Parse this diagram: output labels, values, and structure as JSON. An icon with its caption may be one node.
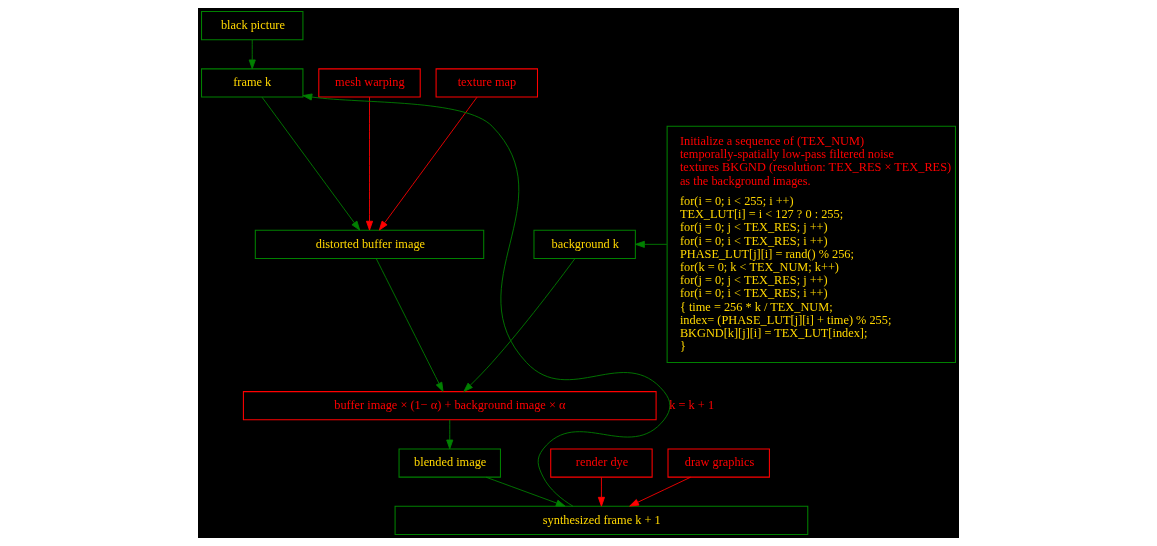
{
  "diagram": {
    "nodes": [
      {
        "text": [
          "black picture"
        ]
      },
      {
        "text": [
          "frame k"
        ]
      },
      {
        "text": [
          "mesh warping"
        ]
      },
      {
        "text": [
          "texture map"
        ]
      },
      {
        "text": [
          "distorted buffer image"
        ]
      },
      {
        "text": [
          "background k"
        ]
      },
      {
        "text": [
          "Initialize a sequence of (TEX_NUM) temporally-spatially low-pass filtered noise textures BKGND (resolution: TEX_RES × TEX_RES) as the background images.",
          "for(i = 0; i < 255; i ++)",
          "TEX_LUT[i] = i < 127 ? 0 : 255;",
          "for(j = 0; j < TEX_RES; j ++)",
          "for(i = 0; i < TEX_RES; i ++)",
          "PHASE_LUT[j][i] = rand() % 256;",
          "for(k = 0; k < TEX_NUM; k++)",
          "for(j = 0; j < TEX_RES; j ++)",
          "for(i = 0; i < TEX_RES; i ++)",
          "{ time = 256 * k / TEX_NUM;",
          "index= (PHASE_LUT[j][i] + time) % 255;",
          "BKGND[k][j][i] = TEX_LUT[index];",
          "}"
        ]
      },
      {
        "text": [
          "buffer image × (1− α) + background image × α"
        ]
      },
      {
        "text": [
          "blended image"
        ]
      },
      {
        "text": [
          "render dye"
        ]
      },
      {
        "text": [
          "draw graphics"
        ]
      },
      {
        "text": [
          "synthesized frame k + 1"
        ]
      }
    ],
    "edges": [
      {
        "from": 0,
        "to": 1,
        "arrow": "to"
      },
      {
        "from": 1,
        "to": 4,
        "arrow": "to"
      },
      {
        "from": 2,
        "to": 4,
        "arrow": "to",
        "color": "#ff0000"
      },
      {
        "from": 3,
        "to": 4,
        "arrow": "to",
        "color": "#ff0000"
      },
      {
        "from": 6,
        "to": 5,
        "arrow": "to"
      },
      {
        "from": 4,
        "to": 7,
        "arrow": "to"
      },
      {
        "from": 5,
        "to": 7,
        "arrow": "to"
      },
      {
        "from": 7,
        "to": 8,
        "arrow": "to"
      },
      {
        "from": 8,
        "to": 11,
        "arrow": "to"
      },
      {
        "from": 9,
        "to": 11,
        "arrow": "to",
        "color": "#ff0000"
      },
      {
        "from": 10,
        "to": 11,
        "arrow": "to",
        "color": "#ff0000"
      },
      {
        "from": 11,
        "to": 1,
        "arrow": "to",
        "label": "k = k + 1"
      }
    ]
  }
}
